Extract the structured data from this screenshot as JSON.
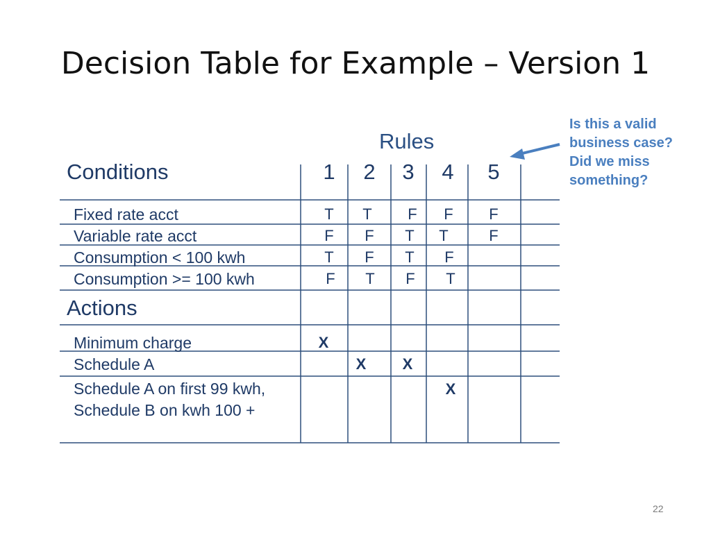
{
  "title": "Decision Table for Example – Version 1",
  "rules_label": "Rules",
  "callout": "Is this a valid business case? Did we miss something?",
  "conditions_header": "Conditions",
  "actions_header": "Actions",
  "rule_numbers": [
    "1",
    "2",
    "3",
    "4",
    "5"
  ],
  "conditions": [
    {
      "label": "Fixed rate acct",
      "values": [
        "T",
        "T",
        "F",
        "F",
        "F"
      ]
    },
    {
      "label": "Variable rate acct",
      "values": [
        "F",
        "F",
        "T",
        "T",
        "F"
      ]
    },
    {
      "label": "Consumption < 100 kwh",
      "values": [
        "T",
        "F",
        "T",
        "F",
        ""
      ]
    },
    {
      "label": "Consumption >= 100 kwh",
      "values": [
        "F",
        "T",
        "F",
        "T",
        ""
      ]
    }
  ],
  "actions": [
    {
      "label": "Minimum charge",
      "marks": [
        "X",
        "",
        "",
        "",
        ""
      ]
    },
    {
      "label": "Schedule A",
      "marks": [
        "",
        "X",
        "X",
        "",
        ""
      ]
    },
    {
      "label": "Schedule A on first 99 kwh,",
      "label2": "Schedule B on kwh 100 +",
      "marks": [
        "",
        "",
        "",
        "X",
        ""
      ]
    }
  ],
  "page_number": "22",
  "colors": {
    "text": "#1f3a66",
    "callout": "#4a7fbf",
    "lines": "#2d4f7c"
  }
}
